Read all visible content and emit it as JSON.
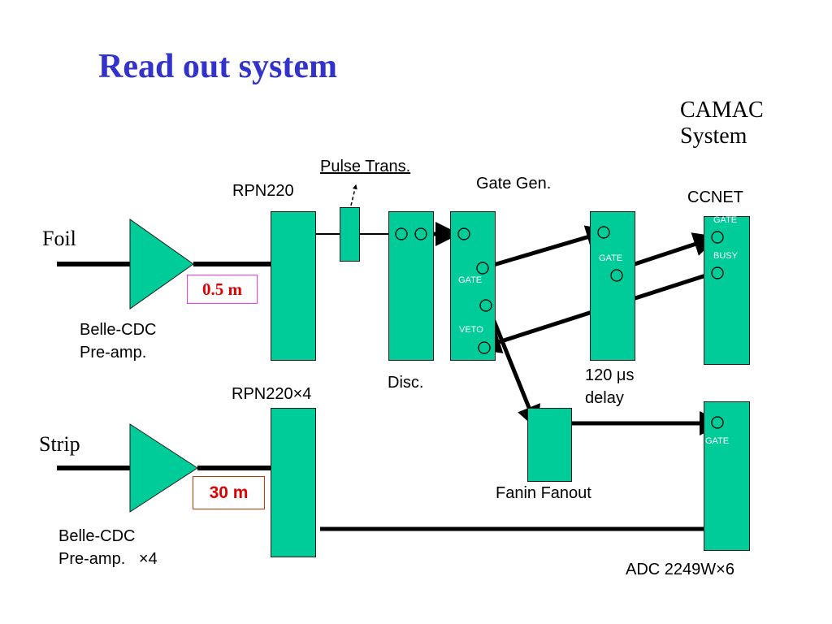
{
  "title": "Read out system",
  "camac": {
    "line1": "CAMAC",
    "line2": "System"
  },
  "labels": {
    "foil": "Foil",
    "strip": "Strip",
    "pulse_trans": "Pulse Trans.",
    "rpn220": "RPN220",
    "rpn220_x4": "RPN220×4",
    "gate_gen": "Gate Gen.",
    "ccnet": "CCNET",
    "disc": "Disc.",
    "delay_line1": "120 μs",
    "delay_line2": "delay",
    "fanin_fanout": "Fanin Fanout",
    "adc": "ADC 2249W×6",
    "preamp_foil_line1": "Belle-CDC",
    "preamp_foil_line2": "Pre-amp.",
    "preamp_strip_line1": "Belle-CDC",
    "preamp_strip_line2": "Pre-amp.   ×4"
  },
  "cable_labels": {
    "foil": {
      "text": "0.5 m",
      "border_color": "#ff33ff",
      "text_color": "#e00000"
    },
    "strip": {
      "text": "30 m",
      "border_color": "#cc3300",
      "text_color": "#e00000"
    }
  },
  "ports": {
    "gategen_gate": "GATE",
    "gategen_veto": "VETO",
    "delay_gate": "GATE",
    "ccnet_gate": "GATE",
    "ccnet_busy": "BUSY",
    "adc_gate": "GATE"
  },
  "colors": {
    "module": "#00cc99",
    "title": "#3333cc",
    "cable_label_text": "#e00000"
  }
}
